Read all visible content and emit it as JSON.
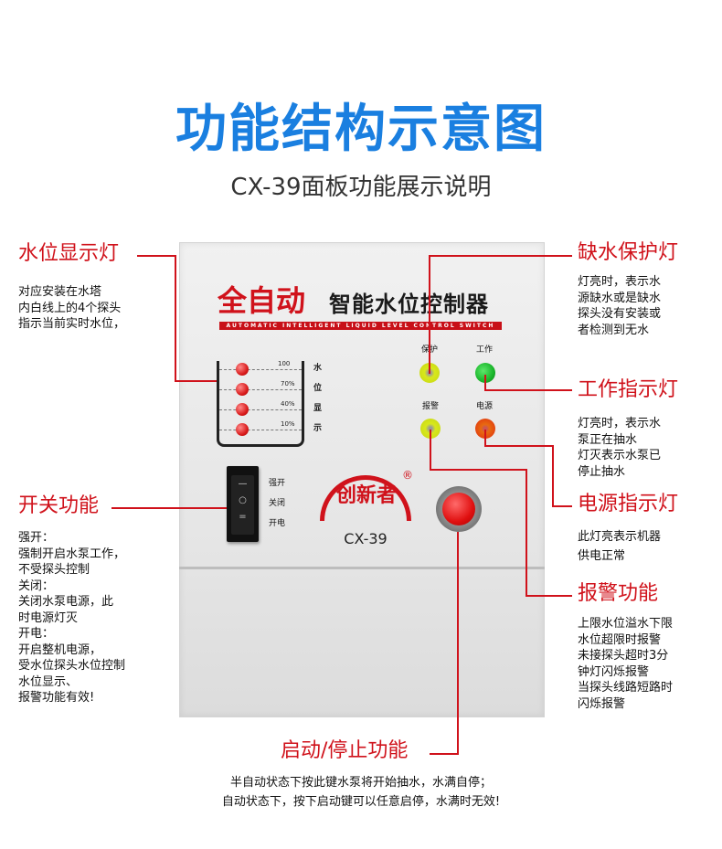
{
  "header": {
    "title": "功能结构示意图",
    "subtitle": "CX-39面板功能展示说明"
  },
  "panel": {
    "brand_red": "全自动",
    "brand_black": "智能水位控制器",
    "brand_en": "AUTOMATIC INTELLIGENT LIQUID LEVEL CONTROL SWITCH",
    "levels": [
      "100",
      "70%",
      "40%",
      "10%"
    ],
    "level_vertical": [
      "水",
      "位",
      "显",
      "示"
    ],
    "switch_labels": [
      "强开",
      "关闭",
      "开电"
    ],
    "switch_symbols": [
      "—",
      "○",
      "="
    ],
    "indicators": {
      "protect": "保护",
      "work": "工作",
      "alarm": "报警",
      "power": "电源"
    },
    "logo": "创新者",
    "logo_mark": "®",
    "model": "CX-39"
  },
  "colors": {
    "accent": "#d0121b",
    "title": "#1a7fe0",
    "led_yellow": "#d8e81a",
    "led_green": "#19b52a",
    "led_red": "#e02a10"
  },
  "callouts": {
    "water_level": {
      "title": "水位显示灯",
      "desc": "对应安装在水塔\n内白线上的4个探头\n指示当前实时水位，"
    },
    "switch": {
      "title": "开关功能",
      "desc": "强开：\n强制开启水泵工作，\n不受探头控制\n关闭：\n关闭水泵电源，此\n时电源灯灭\n开电：\n开启整机电源，\n受水位探头水位控制\n水位显示、\n报警功能有效!"
    },
    "protect": {
      "title": "缺水保护灯",
      "desc": "灯亮时，表示水\n源缺水或是缺水\n探头没有安装或\n者检测到无水"
    },
    "work": {
      "title": "工作指示灯",
      "desc": "灯亮时，表示水\n泵正在抽水\n灯灭表示水泵已\n停止抽水"
    },
    "power": {
      "title": "电源指示灯",
      "desc": "此灯亮表示机器\n供电正常"
    },
    "alarm": {
      "title": "报警功能",
      "desc": "上限水位溢水下限\n水位超限时报警\n未接探头超时3分\n钟灯闪烁报警\n当探头线路短路时\n闪烁报警"
    },
    "start_stop": {
      "title": "启动/停止功能",
      "desc_lines": [
        "半自动状态下按此键水泵将开始抽水，水满自停；",
        "自动状态下，按下启动键可以任意启停，水满时无效!"
      ]
    }
  }
}
